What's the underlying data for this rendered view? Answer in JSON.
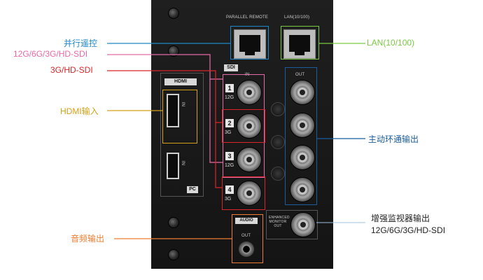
{
  "panel": {
    "parallel_remote": "PARALLEL REMOTE",
    "lan_port": "LAN(10/100)",
    "sdi": "SDI",
    "in": "IN",
    "out": "OUT",
    "hdmi": "HDMI",
    "hdmi_in": "IN",
    "pc": "PC",
    "pc_in": "IN",
    "audio": "AUDIO",
    "audio_out": "OUT",
    "enhanced_monitor_out": "ENHANCED MONITOR OUT",
    "sdi_inputs": [
      {
        "num": "1",
        "sub": "12G"
      },
      {
        "num": "2",
        "sub": "3G"
      },
      {
        "num": "3",
        "sub": "12G"
      },
      {
        "num": "4",
        "sub": "3G"
      }
    ]
  },
  "callouts": {
    "parallel_remote": "并行遥控",
    "sdi_12g": "12G/6G/3G/HD-SDI",
    "sdi_3g": "3G/HD-SDI",
    "hdmi_input": "HDMI输入",
    "audio_output": "音频输出",
    "lan": "LAN(10/100)",
    "loop_through": "主动环通输出",
    "enhanced_monitor_line1": "增强监视器输出",
    "enhanced_monitor_line2": "12G/6G/3G/HD-SDI"
  },
  "colors": {
    "blue": "#1e88c8",
    "green": "#7ac943",
    "pink": "#e66aa8",
    "red": "#d9262b",
    "gold": "#d4a017",
    "orange": "#ef7d31",
    "navy": "#1a5c9e"
  }
}
